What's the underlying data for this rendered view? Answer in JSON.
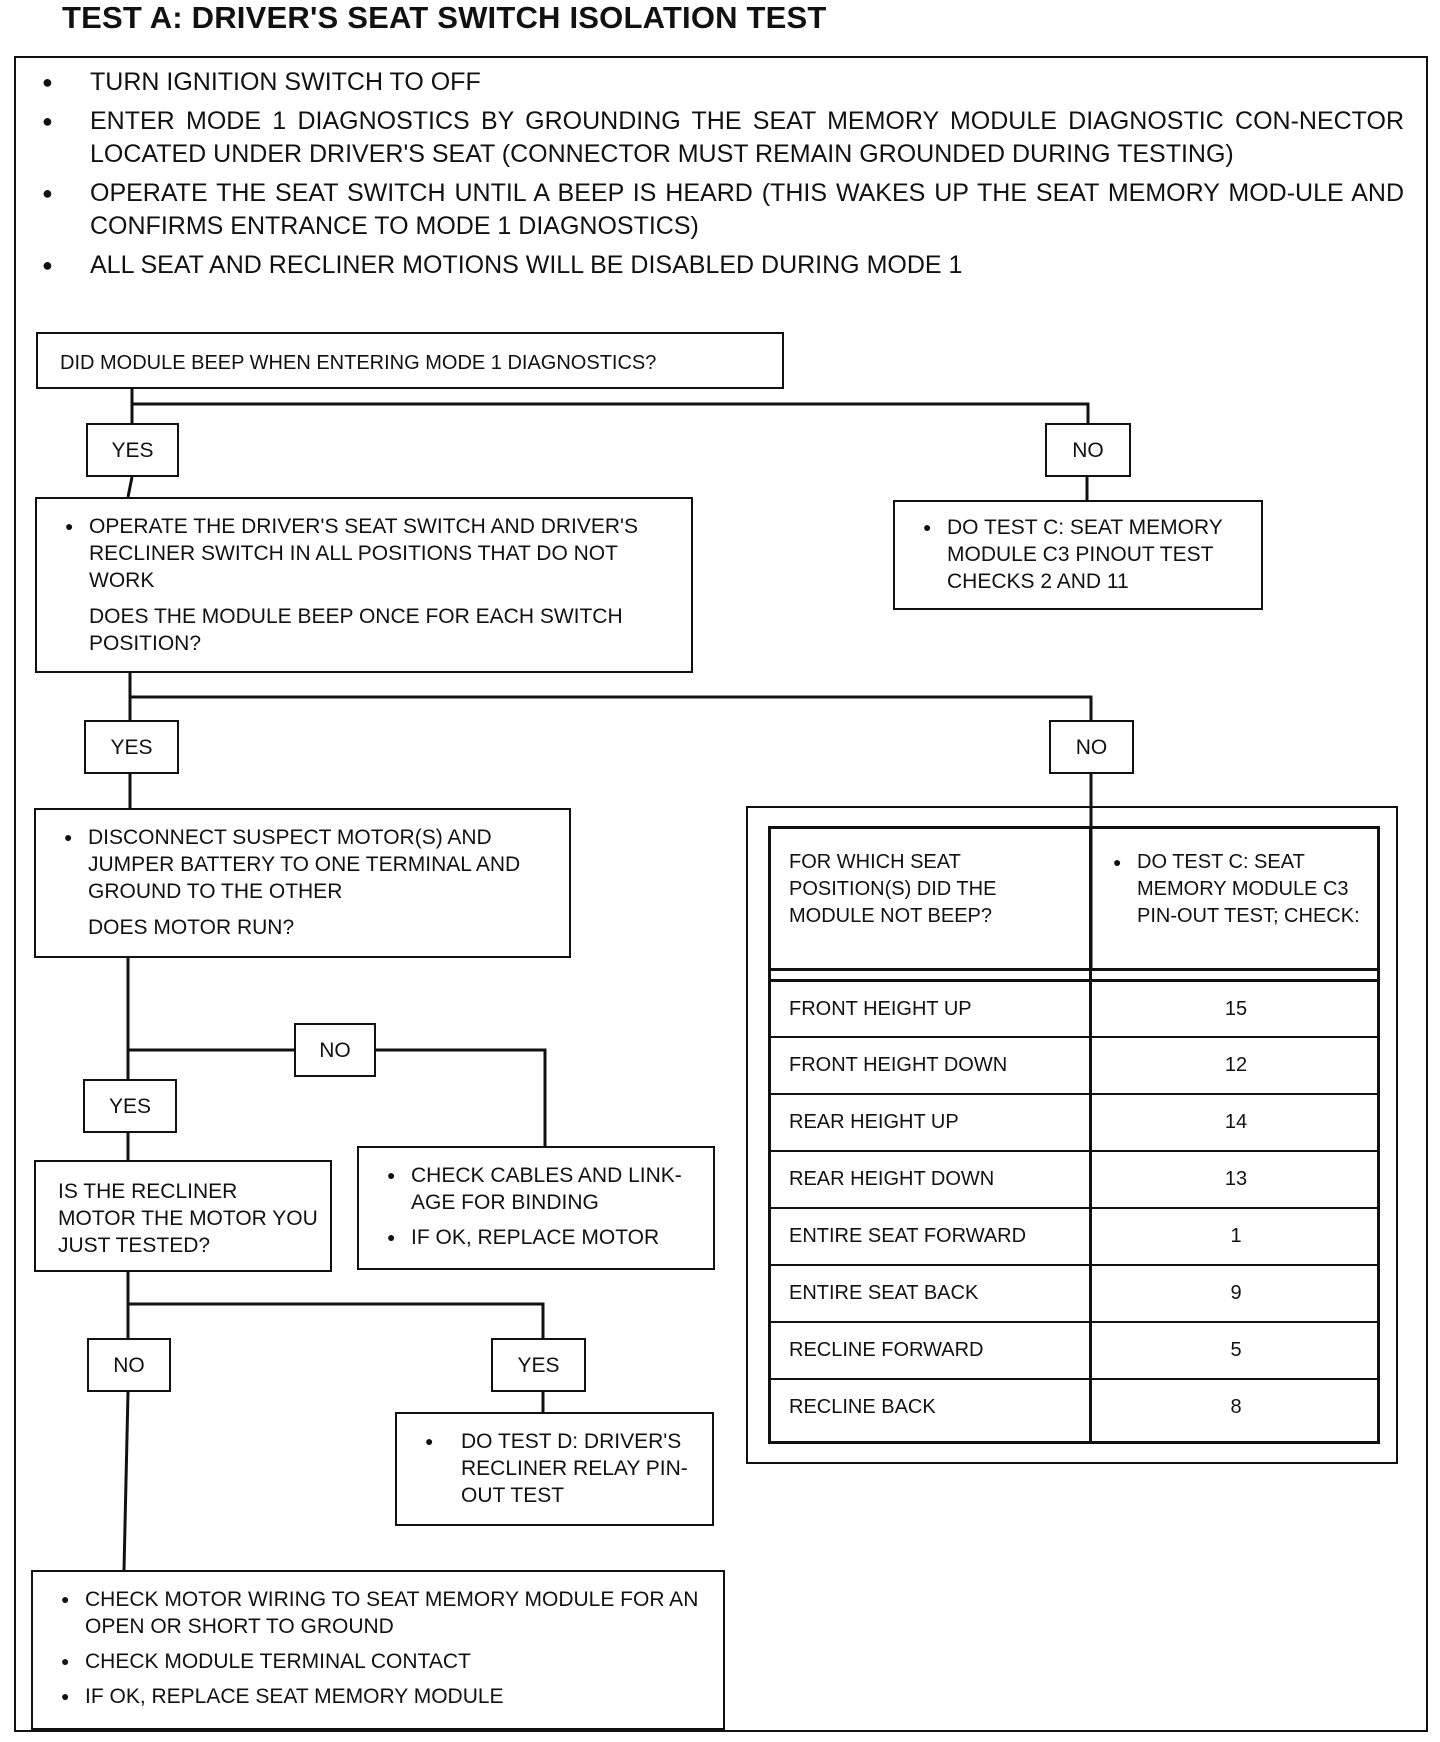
{
  "title": "TEST A: DRIVER'S SEAT SWITCH ISOLATION TEST",
  "intro_steps": [
    "TURN IGNITION SWITCH TO OFF",
    "ENTER MODE 1 DIAGNOSTICS BY GROUNDING THE SEAT MEMORY MODULE DIAGNOSTIC CON-NECTOR LOCATED UNDER DRIVER'S SEAT (CONNECTOR MUST REMAIN GROUNDED DURING TESTING)",
    "OPERATE THE SEAT SWITCH UNTIL A BEEP IS HEARD (THIS WAKES UP THE SEAT MEMORY MOD-ULE AND CONFIRMS ENTRANCE TO MODE 1 DIAGNOSTICS)",
    "ALL SEAT AND RECLINER MOTIONS WILL BE DISABLED DURING MODE 1"
  ],
  "q1": "DID MODULE BEEP WHEN ENTERING MODE 1 DIAGNOSTICS?",
  "yes": "YES",
  "no": "NO",
  "q1_no_action": "DO TEST C: SEAT MEMORY MODULE C3 PINOUT TEST CHECKS 2 AND 11",
  "q2_action": "OPERATE THE DRIVER'S SEAT SWITCH AND DRIVER'S RECLINER SWITCH IN ALL POSITIONS THAT DO NOT WORK",
  "q2_question": "DOES THE MODULE BEEP ONCE FOR EACH SWITCH POSITION?",
  "q3_action": "DISCONNECT SUSPECT MOTOR(S) AND JUMPER BATTERY TO ONE TERMINAL AND GROUND TO THE OTHER",
  "q3_question": "DOES MOTOR RUN?",
  "q3_no_actions": [
    "CHECK CABLES AND LINK-AGE FOR BINDING",
    "IF OK, REPLACE MOTOR"
  ],
  "q4": "IS THE RECLINER MOTOR THE MOTOR YOU JUST TESTED?",
  "q4_yes_action": "DO TEST D: DRIVER'S RECLINER RELAY PIN-OUT TEST",
  "final_actions": [
    "CHECK MOTOR WIRING TO SEAT MEMORY MODULE FOR AN OPEN OR SHORT TO GROUND",
    "CHECK MODULE TERMINAL CONTACT",
    "IF OK, REPLACE SEAT MEMORY MODULE"
  ],
  "table": {
    "header_left": "FOR WHICH SEAT POSITION(S) DID THE MODULE NOT BEEP?",
    "header_right": "DO TEST C: SEAT MEMORY MODULE C3 PIN-OUT TEST; CHECK:",
    "rows": [
      {
        "position": "FRONT HEIGHT UP",
        "check": "15"
      },
      {
        "position": "FRONT HEIGHT DOWN",
        "check": "12"
      },
      {
        "position": "REAR HEIGHT UP",
        "check": "14"
      },
      {
        "position": "REAR HEIGHT DOWN",
        "check": "13"
      },
      {
        "position": "ENTIRE SEAT FORWARD",
        "check": "1"
      },
      {
        "position": "ENTIRE SEAT BACK",
        "check": "9"
      },
      {
        "position": "RECLINE FORWARD",
        "check": "5"
      },
      {
        "position": "RECLINE BACK",
        "check": "8"
      }
    ]
  }
}
